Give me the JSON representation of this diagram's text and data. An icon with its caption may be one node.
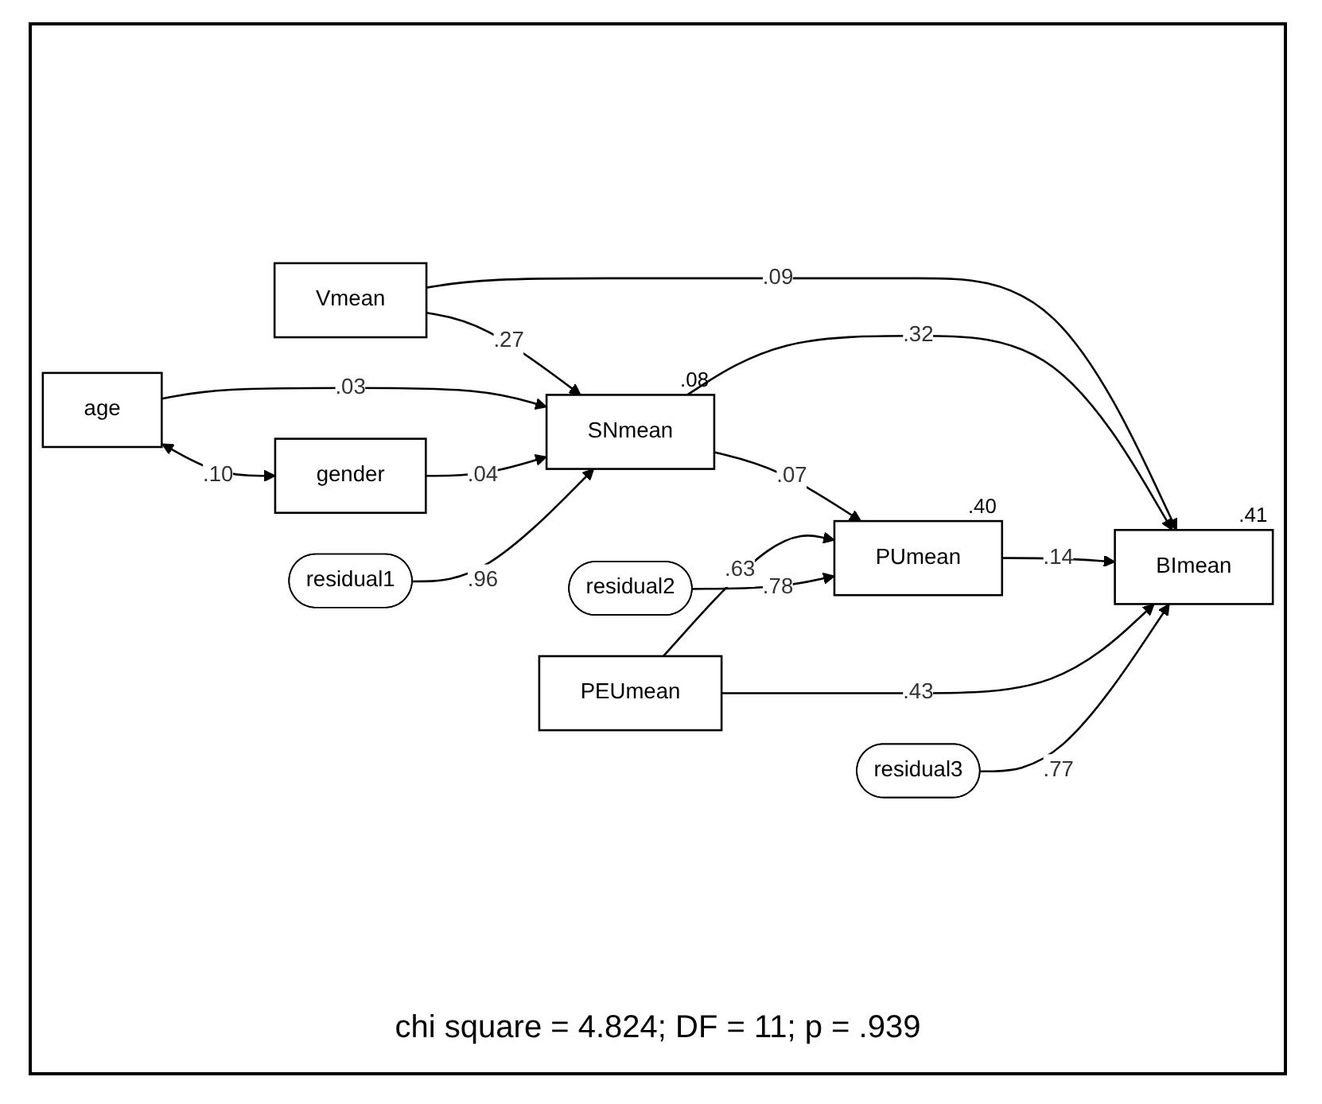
{
  "diagram": {
    "nodes": [
      {
        "text": [
          "Vmean"
        ]
      },
      {
        "text": [
          "age"
        ]
      },
      {
        "text": [
          "SNmean"
        ],
        "beside": [
          ".08"
        ]
      },
      {
        "text": [
          "BImean"
        ],
        "beside": [
          ".41"
        ]
      },
      {
        "text": [
          "gender"
        ]
      },
      {
        "text": [
          "residual1"
        ]
      },
      {
        "text": [
          "PUmean"
        ],
        "beside": [
          ".40"
        ]
      },
      {
        "text": [
          "residual3"
        ]
      },
      {
        "text": [
          "PEUmean"
        ]
      },
      {
        "text": [
          "residual2"
        ]
      }
    ],
    "edges": [
      {
        "from": 0,
        "to": 2,
        "arrow": "to",
        "label": ".27"
      },
      {
        "from": 0,
        "to": 3,
        "arrow": "to",
        "label": ".09"
      },
      {
        "from": 1,
        "to": 4,
        "arrow": "both",
        "label": ".10"
      },
      {
        "from": 1,
        "to": 2,
        "arrow": "to",
        "label": ".03"
      },
      {
        "from": 4,
        "to": 2,
        "arrow": "to",
        "label": ".04"
      },
      {
        "from": 2,
        "to": 3,
        "arrow": "to",
        "label": ".32"
      },
      {
        "from": 5,
        "to": 2,
        "arrow": "to",
        "label": ".96"
      },
      {
        "from": 2,
        "to": 6,
        "arrow": "to",
        "label": ".07"
      },
      {
        "from": 6,
        "to": 3,
        "arrow": "to",
        "label": ".14"
      },
      {
        "from": 8,
        "to": 3,
        "arrow": "to",
        "label": ".43"
      },
      {
        "from": 7,
        "to": 3,
        "arrow": "to",
        "label": ".77"
      },
      {
        "from": 8,
        "to": 6,
        "arrow": "to",
        "label": ".63"
      },
      {
        "from": 9,
        "to": 6,
        "arrow": "to",
        "label": ".78"
      }
    ],
    "labels": [
      "chi square = 4.824; DF = 11; p = .939"
    ]
  }
}
